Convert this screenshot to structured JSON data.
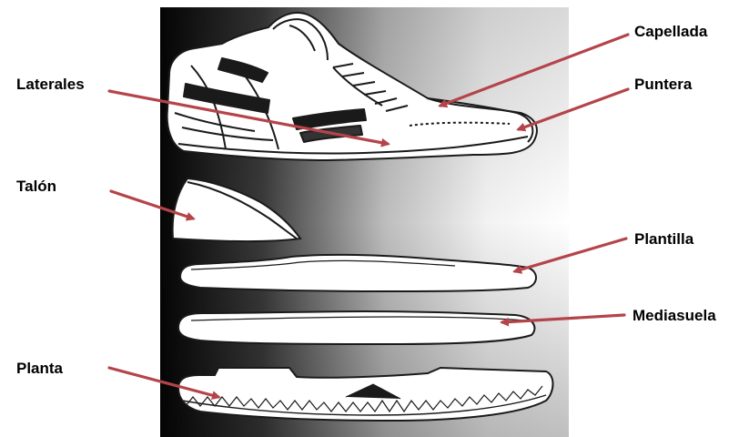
{
  "labels": {
    "capellada": "Capellada",
    "laterales": "Laterales",
    "puntera": "Puntera",
    "talon": "Talón",
    "plantilla": "Plantilla",
    "mediasuela": "Mediasuela",
    "planta": "Planta"
  },
  "colors": {
    "arrow": "#b5444a",
    "panel_dark": "#0a0a0a",
    "panel_light": "#ffffff",
    "ink": "#1a1a1a"
  }
}
